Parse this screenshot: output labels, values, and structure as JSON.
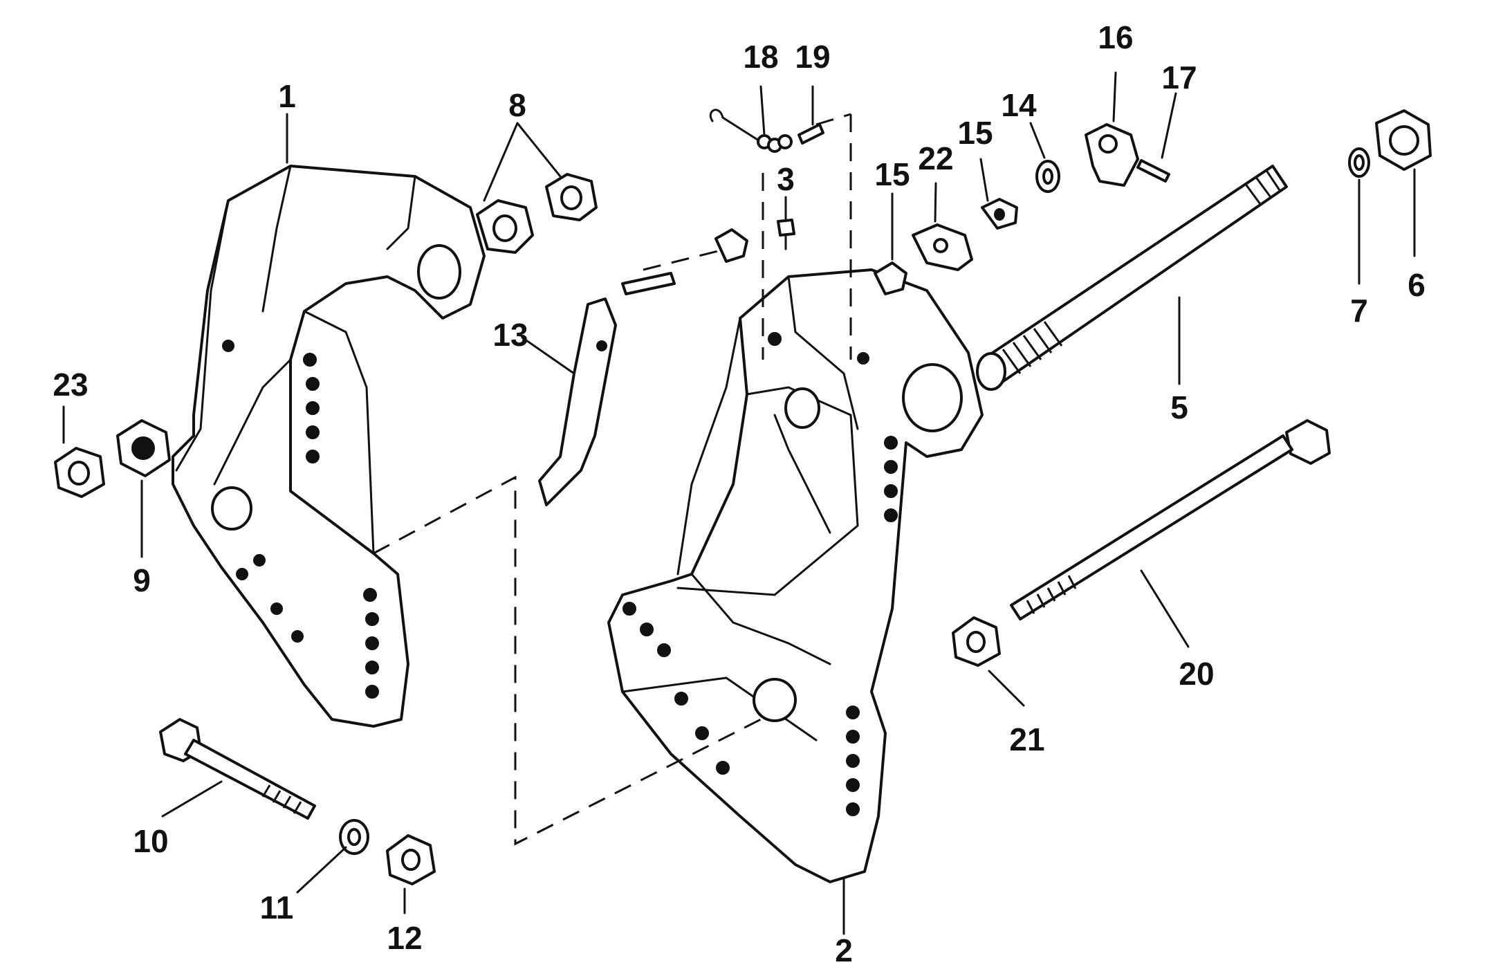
{
  "callouts": {
    "c1": "1",
    "c2": "2",
    "c3": "3",
    "c5": "5",
    "c6": "6",
    "c7": "7",
    "c8": "8",
    "c9": "9",
    "c10": "10",
    "c11": "11",
    "c12": "12",
    "c13": "13",
    "c14": "14",
    "c15a": "15",
    "c15b": "15",
    "c16": "16",
    "c17": "17",
    "c18": "18",
    "c19": "19",
    "c20": "20",
    "c21": "21",
    "c22": "22",
    "c23": "23"
  },
  "colors": {
    "ink": "#111111",
    "paper": "#ffffff"
  }
}
